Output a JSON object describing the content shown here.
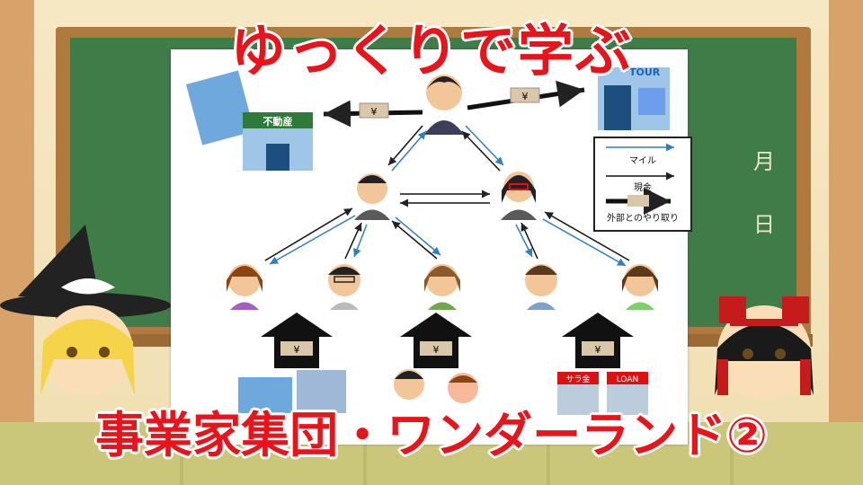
{
  "title": "ゆっくりで学ぶ",
  "subtitle": "事業家集団・ワンダーランド②",
  "board_side": {
    "month": "月",
    "day": "日"
  },
  "signs": {
    "real_estate": "不動産",
    "travel": "TOUR",
    "loan_sara": "サラ金",
    "loan": "LOAN"
  },
  "money_symbol": "¥",
  "legend": {
    "miles": "マイル",
    "cash": "現金",
    "external": "外部とのやり取り"
  },
  "colors": {
    "title_red": "#e8141c",
    "blue_arrow": "#2f7fc1",
    "board_green": "#3f7c48"
  }
}
